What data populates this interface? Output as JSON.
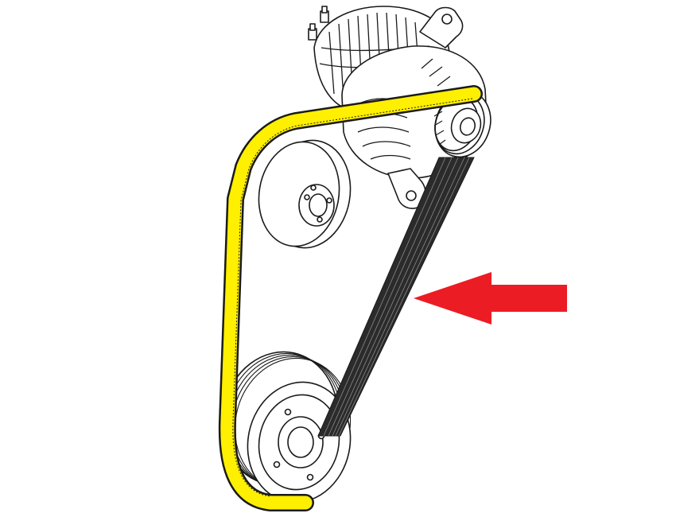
{
  "diagram": {
    "components": [
      {
        "name": "alternator",
        "icon": "alternator-drawing"
      },
      {
        "name": "alternator-pulley",
        "icon": "grooved-pulley"
      },
      {
        "name": "idler-pulley",
        "icon": "smooth-pulley"
      },
      {
        "name": "crankshaft-pulley",
        "icon": "grooved-pulley"
      },
      {
        "name": "serpentine-belt",
        "icon": "ribbed-belt"
      }
    ],
    "colors": {
      "background": "#ffffff",
      "line": "#1a1a1a",
      "belt_highlight": "#ffef00",
      "arrow": "#ec1c24"
    },
    "arrow": {
      "direction": "left",
      "points_at": "belt-right-span"
    }
  }
}
